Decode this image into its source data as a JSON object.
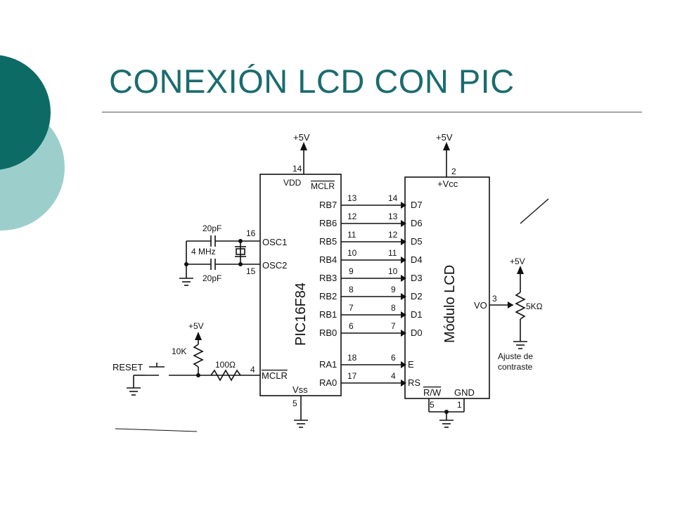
{
  "slide": {
    "title": "CONEXIÓN LCD CON PIC",
    "colors": {
      "title": "#1b6c6e",
      "circle_dark": "#0d6b66",
      "circle_light": "#9ccfcc"
    }
  },
  "schematic": {
    "pic": {
      "name": "PIC16F84",
      "vdd": "VDD",
      "vdd_pin": "14",
      "mclr_top": "MCLR",
      "osc1": "OSC1",
      "osc1_pin": "16",
      "osc2": "OSC2",
      "osc2_pin": "15",
      "mclr": "MCLR",
      "mclr_pin": "4",
      "vss": "Vss",
      "vss_pin": "5",
      "ports": [
        {
          "label": "RB7",
          "pin": "13"
        },
        {
          "label": "RB6",
          "pin": "12"
        },
        {
          "label": "RB5",
          "pin": "11"
        },
        {
          "label": "RB4",
          "pin": "10"
        },
        {
          "label": "RB3",
          "pin": "9"
        },
        {
          "label": "RB2",
          "pin": "8"
        },
        {
          "label": "RB1",
          "pin": "7"
        },
        {
          "label": "RB0",
          "pin": "6"
        }
      ],
      "ctrl": [
        {
          "label": "RA1",
          "pin": "18"
        },
        {
          "label": "RA0",
          "pin": "17"
        }
      ]
    },
    "lcd": {
      "name": "Módulo LCD",
      "vcc": "+Vcc",
      "vcc_pin": "2",
      "data": [
        {
          "label": "D7",
          "pin": "14"
        },
        {
          "label": "D6",
          "pin": "13"
        },
        {
          "label": "D5",
          "pin": "12"
        },
        {
          "label": "D4",
          "pin": "11"
        },
        {
          "label": "D3",
          "pin": "10"
        },
        {
          "label": "D2",
          "pin": "9"
        },
        {
          "label": "D1",
          "pin": "8"
        },
        {
          "label": "D0",
          "pin": "7"
        }
      ],
      "ctrl": [
        {
          "label": "E",
          "pin": "6"
        },
        {
          "label": "RS",
          "pin": "4"
        }
      ],
      "rw": "R/W",
      "rw_pin": "5",
      "gnd": "GND",
      "gnd_pin": "1",
      "vo": "VO",
      "vo_pin": "3"
    },
    "supply": "+5V",
    "crystal": {
      "cap_top": "20pF",
      "freq": "4 MHz",
      "cap_bottom": "20pF"
    },
    "reset": {
      "label": "RESET",
      "pullup": "10K",
      "series": "100Ω"
    },
    "contrast": {
      "pot": "5KΩ",
      "label_1": "Ajuste de",
      "label_2": "contraste"
    }
  }
}
